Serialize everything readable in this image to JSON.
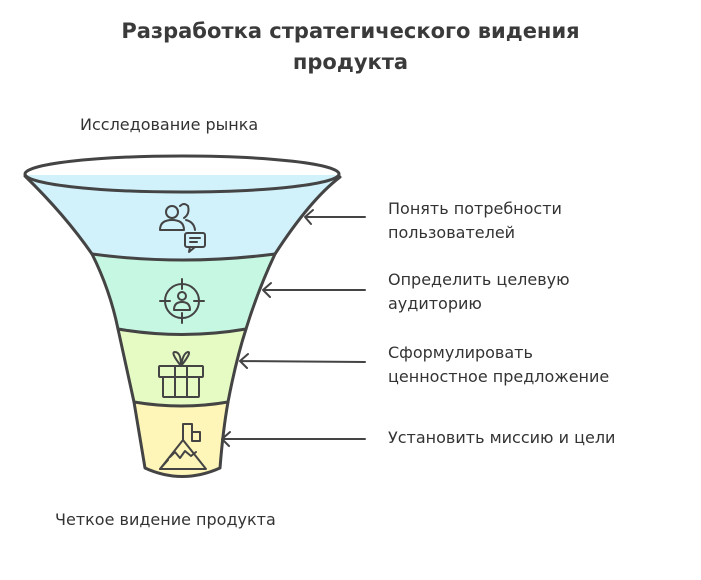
{
  "title_line1": "Разработка стратегического видения",
  "title_line2": "продукта",
  "top_label": "Исследование рынка",
  "bottom_label": "Четкое видение продукта",
  "stages": [
    {
      "line1": "Понять потребности",
      "line2": "пользователей",
      "icon": "users-chat-icon",
      "color": "#d1f2fb"
    },
    {
      "line1": "Определить целевую",
      "line2": "аудиторию",
      "icon": "target-user-icon",
      "color": "#c6f7e2"
    },
    {
      "line1": "Сформулировать",
      "line2": "ценностное предложение",
      "icon": "gift-icon",
      "color": "#e6fbc3"
    },
    {
      "line1": "Установить миссию и цели",
      "line2": "",
      "icon": "mountain-flag-icon",
      "color": "#fdf6b8"
    }
  ]
}
